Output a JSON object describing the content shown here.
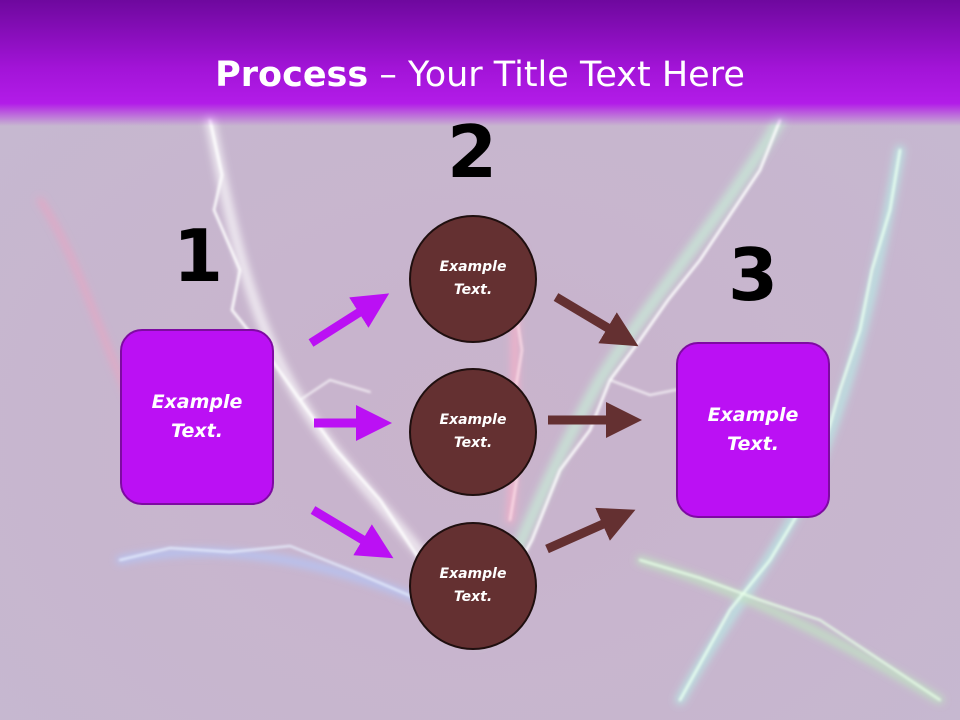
{
  "slide": {
    "title_bold": "Process",
    "title_rest": " – Your Title Text Here"
  },
  "steps": {
    "step1": {
      "number": "1",
      "label": "Example\nText."
    },
    "step2": {
      "number": "2",
      "circles": [
        {
          "label": "Example\nText."
        },
        {
          "label": "Example\nText."
        },
        {
          "label": "Example\nText."
        }
      ]
    },
    "step3": {
      "number": "3",
      "label": "Example\nText."
    }
  },
  "colors": {
    "title_bar": "#a314d8",
    "box_fill": "#bb10f4",
    "circle_fill": "#643031",
    "arrow_purple": "#bb10f4",
    "arrow_brown": "#643031"
  }
}
